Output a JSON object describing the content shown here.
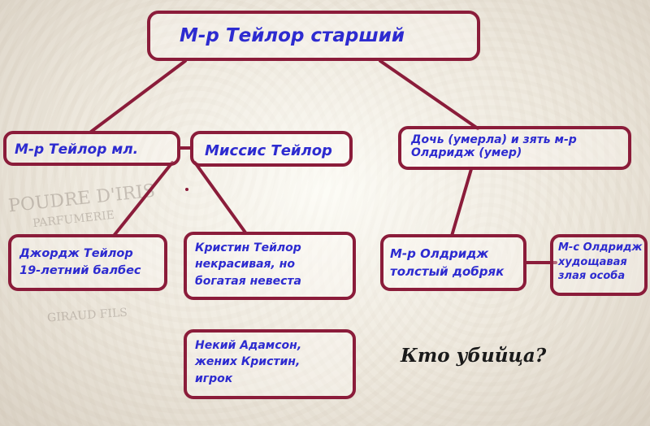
{
  "diagram": {
    "root": "М-р Тейлор старший",
    "son": "М-р Тейлор мл.",
    "wife": "Миссис Тейлор",
    "daughter": "Дочь (умерла) и зять м-р Олдридж (умер)",
    "george": "Джордж Тейлор\n19-летний балбес",
    "kristin": "Кристин Тейлор\nнекрасивая, но\nбогатая невеста",
    "aldridge_jr": "М-р Олдридж\nтолстый добряк",
    "mrs_aldridge": "М-с Олдридж\nхудощавая\nзлая особа",
    "adamson": "Некий Адамсон,\nжених Кристин,\nигрок",
    "question": "Кто убийца?"
  },
  "colors": {
    "border": "#8b1c3a",
    "text": "#2d2bd0",
    "question": "#1a1a1a"
  },
  "decor": {
    "stamp_1": "POUDRE D'IRIS",
    "stamp_2": "PARFUMERIE",
    "stamp_3": "GIRAUD FILS"
  }
}
